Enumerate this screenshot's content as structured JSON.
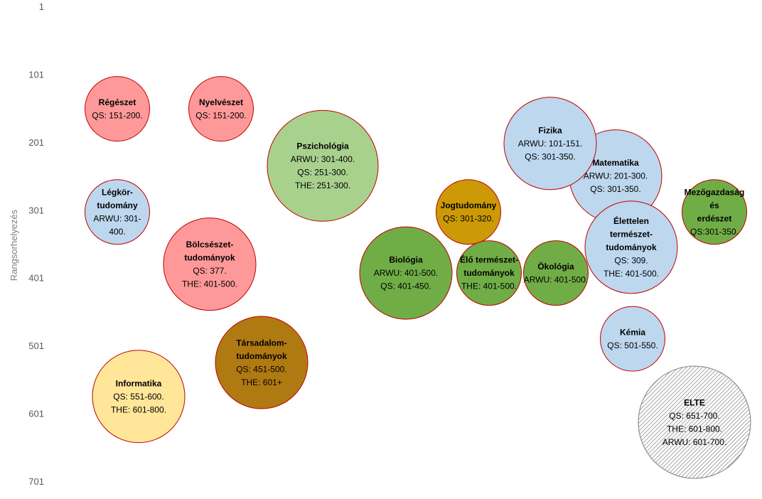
{
  "chart_data": {
    "type": "bubble",
    "ylabel": "Rangsorhelyezés",
    "y_ticks": [
      "1",
      "101",
      "201",
      "301",
      "401",
      "501",
      "601",
      "701"
    ],
    "ylim": [
      1,
      701
    ],
    "y_inverted": true,
    "grid": false,
    "colors": {
      "red": "#ff9999",
      "gold": "#cc9a06",
      "light_green": "#a9d18e",
      "green": "#70ad47",
      "blue": "#bdd7ee",
      "yellow": "#ffe699",
      "brown": "#b07a12",
      "hatch": "#7f7f7f",
      "outline": "#c00000"
    },
    "bubbles": [
      {
        "title": "Régészet",
        "lines": [
          "QS: 151-200."
        ],
        "y": 151,
        "x": 1,
        "size": 1.0,
        "color": "red"
      },
      {
        "title": "Nyelvészet",
        "lines": [
          "QS: 151-200."
        ],
        "y": 151,
        "x": 2,
        "size": 1.0,
        "color": "red"
      },
      {
        "title": "Pszichológia",
        "lines": [
          "ARWU: 301-400.",
          "QS: 251-300.",
          "THE: 251-300."
        ],
        "y": 235,
        "x": 3,
        "size": 2.6,
        "color": "light_green"
      },
      {
        "title": "Jogtudomány",
        "lines": [
          "QS: 301-320."
        ],
        "y": 303,
        "x": 1,
        "size": 1.0,
        "color": "gold"
      },
      {
        "title": "Matematika",
        "lines": [
          "ARWU: 201-300.",
          "QS: 301-350."
        ],
        "y": 250,
        "x": 4,
        "size": 2.0,
        "color": "blue"
      },
      {
        "title": "Fizika",
        "lines": [
          "ARWU: 101-151.",
          "QS: 301-350."
        ],
        "y": 202,
        "x": 5,
        "size": 2.0,
        "color": "blue"
      },
      {
        "title": "Mezőgazdaság és erdészet",
        "lines": [
          "QS:301-350."
        ],
        "y": 303,
        "x": 4.5,
        "size": 1.0,
        "color": "green"
      },
      {
        "title": "Légkör-tudomány",
        "lines": [
          "ARWU: 301-400."
        ],
        "y": 303,
        "x": 5.5,
        "size": 1.0,
        "color": "blue"
      },
      {
        "title": "Bölcsészet-tudományok",
        "lines": [
          "QS: 377.",
          "THE: 401-500."
        ],
        "y": 380,
        "x": 2,
        "size": 2.0,
        "color": "red"
      },
      {
        "title": "Élettelen természet-tudományok",
        "lines": [
          "QS: 309.",
          "THE: 401-500."
        ],
        "y": 355,
        "x": 5,
        "size": 2.0,
        "color": "blue"
      },
      {
        "title": "Biológia",
        "lines": [
          "ARWU: 401-500.",
          "QS: 401-450."
        ],
        "y": 393,
        "x": 3.5,
        "size": 2.0,
        "color": "green"
      },
      {
        "title": "Élő természet-tudományok",
        "lines": [
          "THE: 401-500."
        ],
        "y": 393,
        "x": 4,
        "size": 1.0,
        "color": "green"
      },
      {
        "title": "Ökológia",
        "lines": [
          "ARWU: 401-500."
        ],
        "y": 393,
        "x": 4.5,
        "size": 1.0,
        "color": "green"
      },
      {
        "title": "Kémia",
        "lines": [
          "QS: 501-550."
        ],
        "y": 490,
        "x": 5,
        "size": 1.0,
        "color": "blue"
      },
      {
        "title": "Társadalom-tudományok",
        "lines": [
          "QS: 451-500.",
          "THE: 601+"
        ],
        "y": 525,
        "x": 2.5,
        "size": 2.0,
        "color": "brown"
      },
      {
        "title": "Informatika",
        "lines": [
          "QS: 551-600.",
          "THE: 601-800."
        ],
        "y": 575,
        "x": 1.5,
        "size": 2.0,
        "color": "yellow"
      },
      {
        "title": "ELTE",
        "lines": [
          "QS: 651-700.",
          "THE: 601-800.",
          "ARWU: 601-700."
        ],
        "y": 613,
        "x": 5.5,
        "size": 3.0,
        "color": "hatch"
      }
    ]
  }
}
